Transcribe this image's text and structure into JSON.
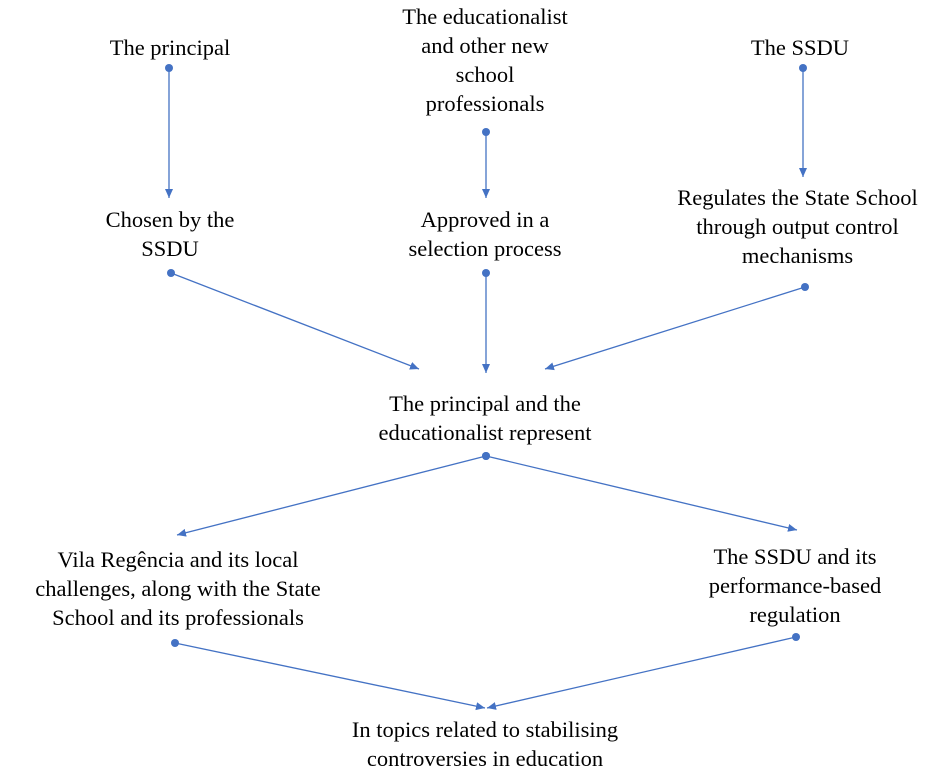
{
  "colors": {
    "connector": "#4472C4",
    "text": "#000000",
    "background": "#FFFFFF"
  },
  "nodes": {
    "principal": "The principal",
    "educationalist": "The educationalist\nand other new\nschool\nprofessionals",
    "ssdu": "The SSDU",
    "chosen": "Chosen by the\nSSDU",
    "approved": "Approved in a\nselection process",
    "regulates": "Regulates the State School\nthrough output control\nmechanisms",
    "represent": "The principal and the\neducationalist represent",
    "vila": "Vila Regência and its local\nchallenges, along with the State\nSchool and its professionals",
    "ssdu_regulation": "The SSDU  and its\nperformance-based\nregulation",
    "topics": "In topics related to stabilising\ncontroversies in education"
  }
}
